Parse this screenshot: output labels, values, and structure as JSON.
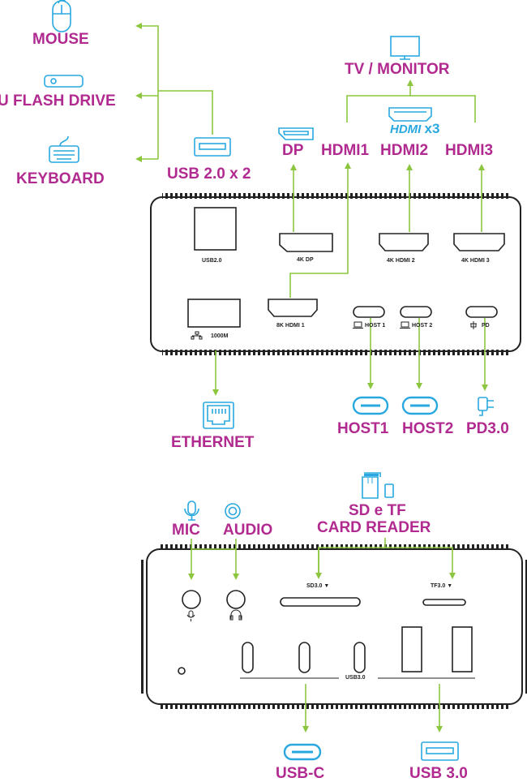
{
  "colors": {
    "label": "#b12a8f",
    "arrow": "#8cc63f",
    "icon": "#29a8e0",
    "device": "#222222"
  },
  "icons": [
    "mouse-icon",
    "usb-flash-drive-icon",
    "keyboard-icon",
    "usb-a-icon",
    "displayport-icon",
    "monitor-icon",
    "hdmi-icon",
    "ethernet-icon",
    "usb-c-icon",
    "power-plug-icon",
    "sd-card-icon",
    "microphone-icon",
    "audio-jack-icon"
  ],
  "rear_panel": {
    "peripherals": {
      "mouse": "MOUSE",
      "flash_drive": "U FLASH DRIVE",
      "keyboard": "KEYBOARD"
    },
    "usb_group": "USB 2.0 x 2",
    "dp": "DP",
    "tv_monitor": "TV / MONITOR",
    "hdmi_logo": "HDMI",
    "hdmi_count": "x3",
    "hdmi1": "HDMI1",
    "hdmi2": "HDMI2",
    "hdmi3": "HDMI3",
    "ethernet": "ETHERNET",
    "host1": "HOST1",
    "host2": "HOST2",
    "pd": "PD3.0",
    "ports": {
      "usb2": "USB2.0",
      "dp4k": "4K DP",
      "hdmi2": "4K HDMI 2",
      "hdmi3": "4K HDMI 3",
      "lan": "1000M",
      "hdmi1": "8K HDMI 1",
      "host1": "HOST 1",
      "host2": "HOST 2",
      "pd": "PD"
    }
  },
  "front_panel": {
    "mic": "MIC",
    "audio": "AUDIO",
    "card_reader_line1": "SD e TF",
    "card_reader_line2": "CARD READER",
    "usb_c": "USB-C",
    "usb3": "USB 3.0",
    "ports": {
      "sd": "SD3.0 ▼",
      "tf": "TF3.0 ▼",
      "usb30": "USB3.0"
    }
  }
}
